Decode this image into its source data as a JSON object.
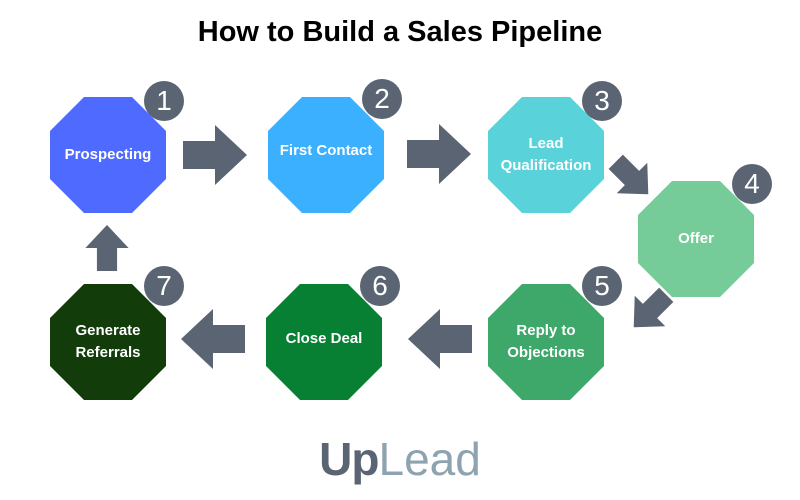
{
  "title": "How to Build a Sales Pipeline",
  "steps": [
    {
      "number": "1",
      "label": "Prospecting",
      "color": "#4f6bff"
    },
    {
      "number": "2",
      "label": "First Contact",
      "color": "#3bb0ff"
    },
    {
      "number": "3",
      "label": "Lead\nQualification",
      "color": "#5ad2d9"
    },
    {
      "number": "4",
      "label": "Offer",
      "color": "#76cc98"
    },
    {
      "number": "5",
      "label": "Reply to\nObjections",
      "color": "#3da86a"
    },
    {
      "number": "6",
      "label": "Close Deal",
      "color": "#078034"
    },
    {
      "number": "7",
      "label": "Generate\nReferrals",
      "color": "#123d0a"
    }
  ],
  "arrow_color": "#5a6472",
  "number_badge_color": "#5a6472",
  "logo": {
    "part1": "Up",
    "part2": "Lead",
    "color1": "#5a6472",
    "color2": "#8ea3b0"
  }
}
